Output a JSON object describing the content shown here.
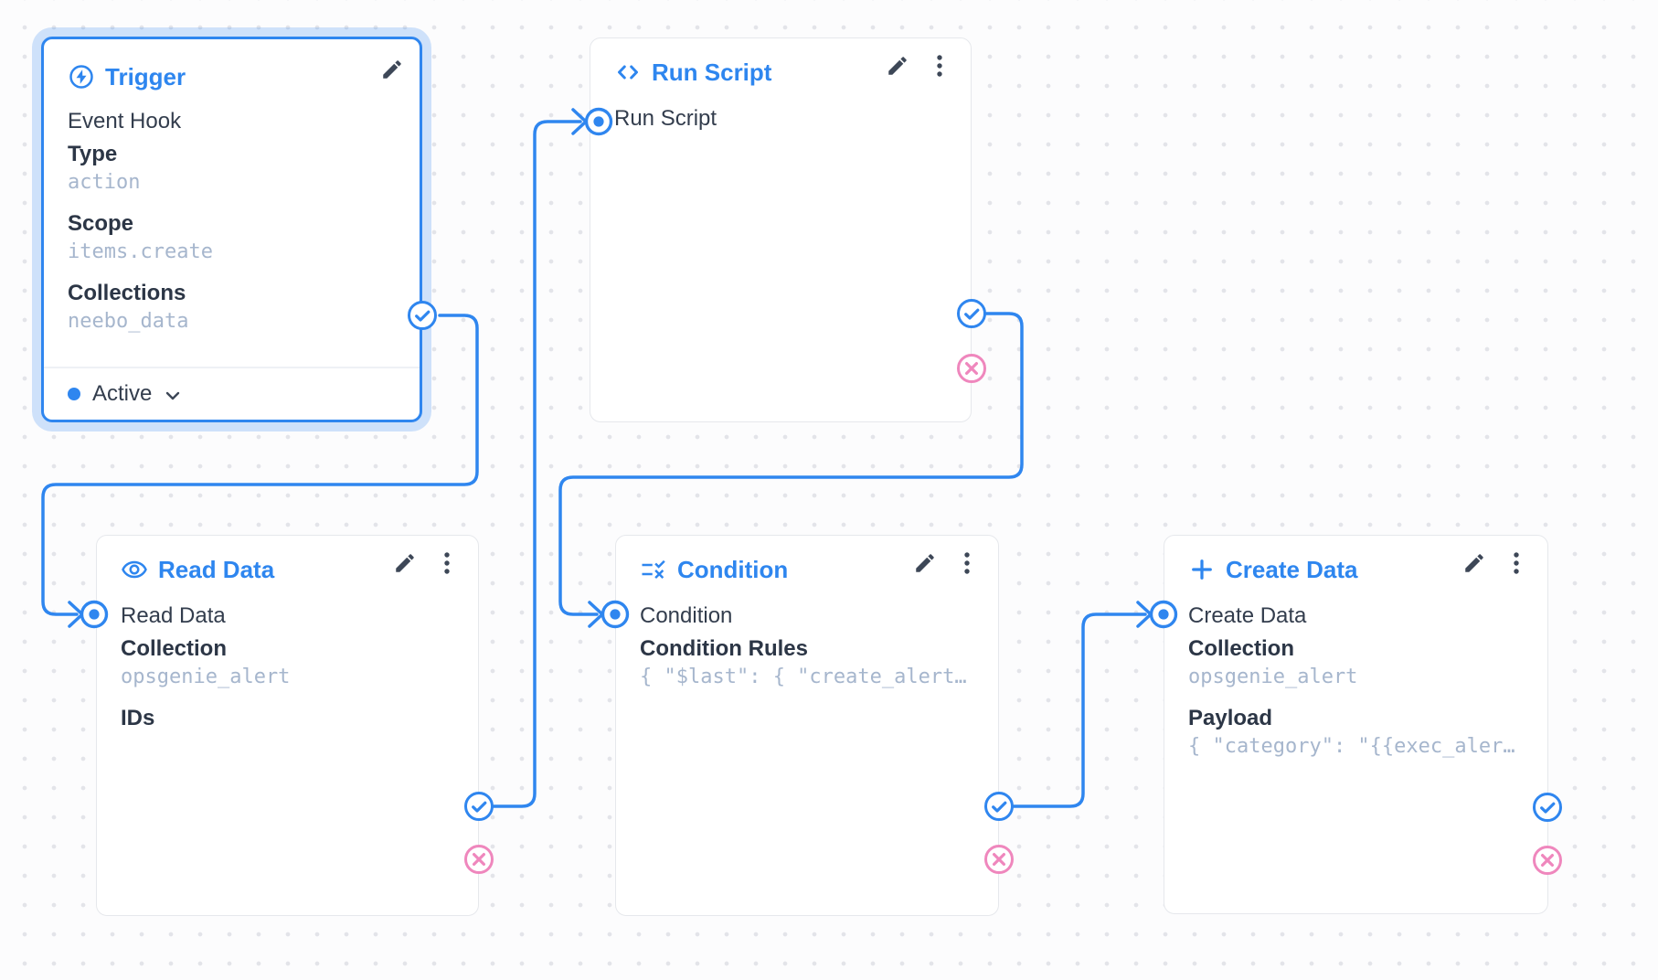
{
  "colors": {
    "primary": "#2f86ef",
    "reject_pink": "#ef87bd",
    "card_border": "#e6e8ec",
    "text_dark": "#2e3847",
    "text_subdued": "#a6b6cd",
    "canvas_bg": "#fcfcfd"
  },
  "nodes": {
    "trigger": {
      "title": "Trigger",
      "icon": "bolt-circle-icon",
      "subtitle": "Event Hook",
      "fields": [
        {
          "label": "Type",
          "value": "action"
        },
        {
          "label": "Scope",
          "value": "items.create"
        },
        {
          "label": "Collections",
          "value": "neebo_data"
        }
      ],
      "status_label": "Active",
      "selected": true
    },
    "run_script": {
      "title": "Run Script",
      "icon": "code-icon",
      "input_label": "Run Script"
    },
    "read_data": {
      "title": "Read Data",
      "icon": "eye-icon",
      "input_label": "Read Data",
      "fields": [
        {
          "label": "Collection",
          "value": "opsgenie_alert"
        },
        {
          "label": "IDs",
          "value": ""
        }
      ]
    },
    "condition": {
      "title": "Condition",
      "icon": "rule-icon",
      "input_label": "Condition",
      "fields": [
        {
          "label": "Condition Rules",
          "value": "{ \"$last\": { \"create_alert…"
        }
      ]
    },
    "create_data": {
      "title": "Create Data",
      "icon": "plus-icon",
      "input_label": "Create Data",
      "fields": [
        {
          "label": "Collection",
          "value": "opsgenie_alert"
        },
        {
          "label": "Payload",
          "value": "{ \"category\": \"{{exec_aler…"
        }
      ]
    }
  },
  "edges": [
    {
      "from": "trigger",
      "to": "read_data",
      "type": "resolve"
    },
    {
      "from": "read_data",
      "to": "run_script",
      "type": "resolve"
    },
    {
      "from": "run_script",
      "to": "condition",
      "type": "resolve"
    },
    {
      "from": "condition",
      "to": "create_data",
      "type": "resolve"
    }
  ]
}
